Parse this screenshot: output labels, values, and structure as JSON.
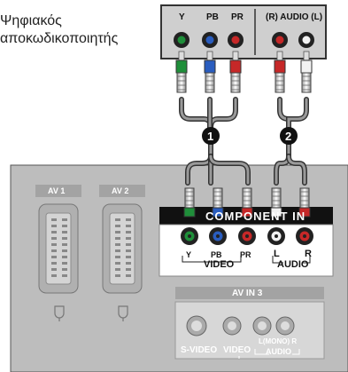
{
  "caption": {
    "line1": "Ψηφιακός",
    "line2": "αποκωδικοποιητής"
  },
  "source_box": {
    "jack_y": "Y",
    "jack_pb": "PB",
    "jack_pr": "PR",
    "audio": "(R) AUDIO (L)"
  },
  "steps": [
    "1",
    "2"
  ],
  "tv_panel": {
    "av1": "AV 1",
    "av2": "AV 2",
    "component": "COMPONENT IN",
    "y": "Y",
    "pb": "PB",
    "pr": "PR",
    "video": "VIDEO",
    "l": "L",
    "r": "R",
    "audio": "AUDIO",
    "av_in3": "AV IN 3",
    "svideo": "S-VIDEO",
    "video3": "VIDEO",
    "mono": "L(MONO) R",
    "audio3": "AUDIO"
  },
  "colors": {
    "green": "#1f8f3a",
    "blue": "#2a5dbf",
    "red": "#c62828",
    "white": "#f2f2f2",
    "panel": "#bdbdbd"
  }
}
